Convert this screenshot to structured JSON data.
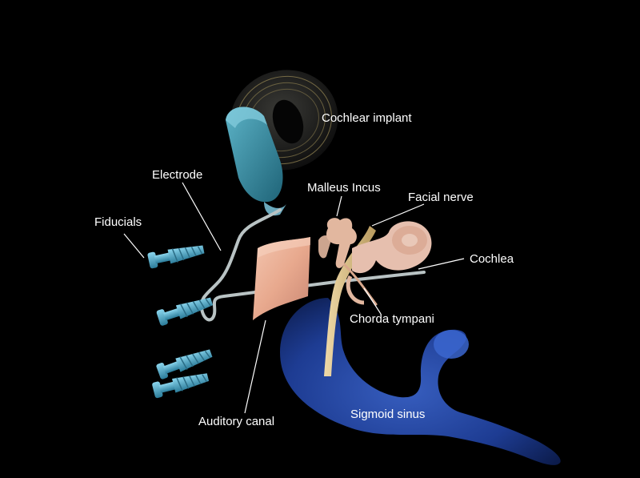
{
  "colors": {
    "background": "#000000",
    "label_text": "#ffffff",
    "leader_line": "#ffffff",
    "implant_teal": "#3a8aa0",
    "implant_disc": "#1c1c1c",
    "fiducial_cyan": "#4aa6c6",
    "tissue_pink": "#e8a98e",
    "bone_beige": "#e2b79f",
    "nerve_yellow": "#d9c08a",
    "sinus_blue": "#1f3f9a"
  },
  "labels": {
    "cochlear_implant": "Cochlear implant",
    "electrode": "Electrode",
    "fiducials": "Fiducials",
    "malleus_incus": "Malleus Incus",
    "facial_nerve": "Facial nerve",
    "cochlea": "Cochlea",
    "chorda_tympani": "Chorda tympani",
    "auditory_canal": "Auditory canal",
    "sigmoid_sinus": "Sigmoid sinus"
  },
  "structures": [
    "cochlear-implant",
    "electrode",
    "fiducial-screw",
    "auditory-canal",
    "malleus-incus",
    "facial-nerve",
    "chorda-tympani",
    "cochlea",
    "sigmoid-sinus"
  ]
}
